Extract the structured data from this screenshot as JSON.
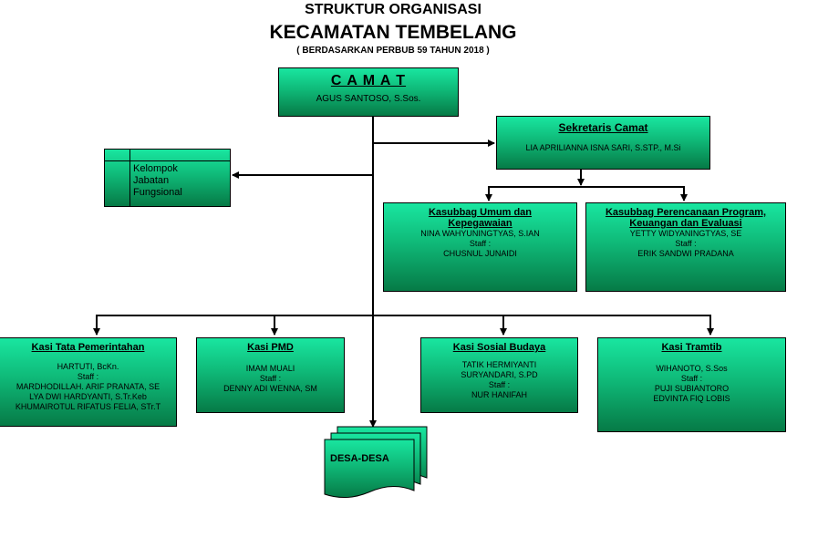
{
  "header": {
    "title_line1": "STRUKTUR ORGANISASI",
    "title_line2": "KECAMATAN TEMBELANG",
    "subtitle": "( BERDASARKAN PERBUB 59 TAHUN 2018 )"
  },
  "camat": {
    "title": "C A M A T",
    "name": "AGUS SANTOSO, S.Sos."
  },
  "sekcam": {
    "title": "Sekretaris Camat",
    "name": "LIA APRILIANNA ISNA SARI, S.STP., M.Si"
  },
  "fungsional": {
    "line1": "Kelompok",
    "line2": "Jabatan",
    "line3": "Fungsional"
  },
  "kasubbag_umum": {
    "title1": "Kasubbag Umum dan",
    "title2": "Kepegawaian",
    "name": "NINA WAHYUNINGTYAS, S.IAN",
    "staff_label": "Staff :",
    "staff1": "CHUSNUL JUNAIDI"
  },
  "kasubbag_perencanaan": {
    "title1": "Kasubbag Perencanaan Program,",
    "title2": "Keuangan dan Evaluasi",
    "name": "YETTY WIDYANINGTYAS, SE",
    "staff_label": "Staff :",
    "staff1": "ERIK SANDWI PRADANA"
  },
  "kasi_pemerintahan": {
    "title": "Kasi Tata Pemerintahan",
    "name": "HARTUTI, BcKn.",
    "staff_label": "Staff :",
    "staff1": "MARDHODILLAH. ARIF PRANATA, SE",
    "staff2": "LYA DWI HARDYANTI, S.Tr.Keb",
    "staff3": "KHUMAIROTUL RIFATUS FELIA, STr.T"
  },
  "kasi_pmd": {
    "title": "Kasi PMD",
    "name": "IMAM MUALI",
    "staff_label": "Staff :",
    "staff1": "DENNY ADI WENNA, SM"
  },
  "kasi_sosial": {
    "title": "Kasi Sosial Budaya",
    "name": "TATIK HERMIYANTI",
    "name2": "SURYANDARI, S.PD",
    "staff_label": "Staff :",
    "staff1": "NUR HANIFAH"
  },
  "kasi_tramtib": {
    "title": "Kasi Tramtib",
    "name": "WIHANOTO, S.Sos",
    "staff_label": "Staff :",
    "staff1": "PUJI SUBIANTORO",
    "staff2": "EDVINTA FIQ LOBIS"
  },
  "desa": {
    "label": "DESA-DESA"
  }
}
